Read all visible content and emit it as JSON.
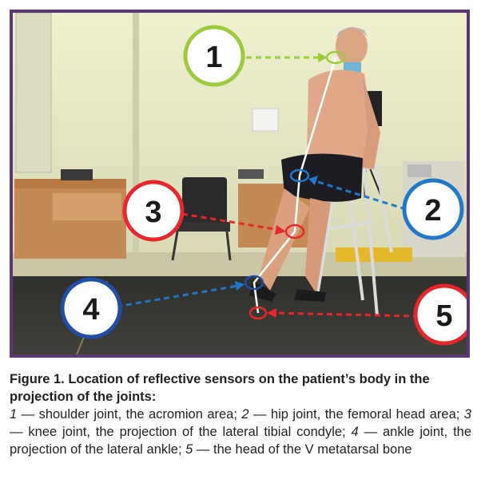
{
  "figure": {
    "markers": [
      {
        "number": "1",
        "color": "#9bcb3c"
      },
      {
        "number": "2",
        "color": "#1f78c8"
      },
      {
        "number": "3",
        "color": "#e8262c"
      },
      {
        "number": "4",
        "color": "#1f4fa8"
      },
      {
        "number": "5",
        "color": "#e8262c"
      }
    ],
    "caption": {
      "title": "Figure 1. Location of reflective sensors on the patient’s body in the projection of the joints:",
      "items": [
        {
          "num": "1",
          "text": " — shoulder joint, the acromion area; "
        },
        {
          "num": "2",
          "text": " — hip joint, the femoral head area; "
        },
        {
          "num": "3",
          "text": " — knee joint, the projection of the lateral tibial condyle; "
        },
        {
          "num": "4",
          "text": " — ankle joint, the projection of the lateral ankle; "
        },
        {
          "num": "5",
          "text": " — the head of the V metatarsal bone"
        }
      ]
    }
  }
}
